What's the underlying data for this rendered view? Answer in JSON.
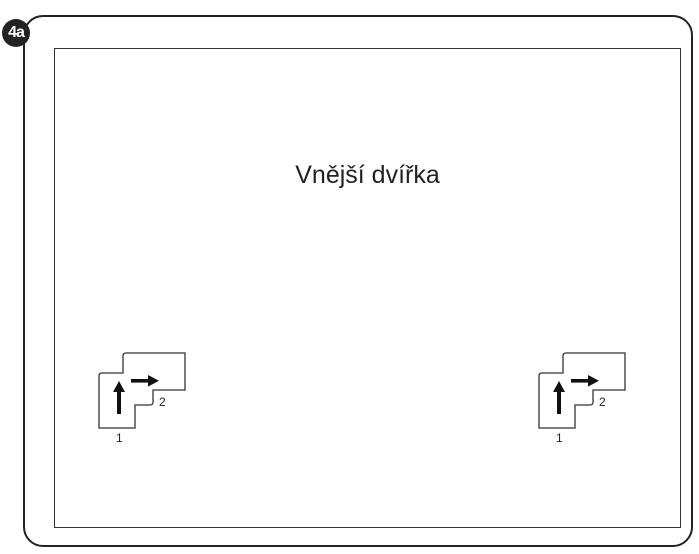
{
  "figure": {
    "badge": "4a",
    "title": "Vnější dvířka",
    "diagrams": [
      {
        "step1_label": "1",
        "step2_label": "2"
      },
      {
        "step1_label": "1",
        "step2_label": "2"
      }
    ]
  }
}
